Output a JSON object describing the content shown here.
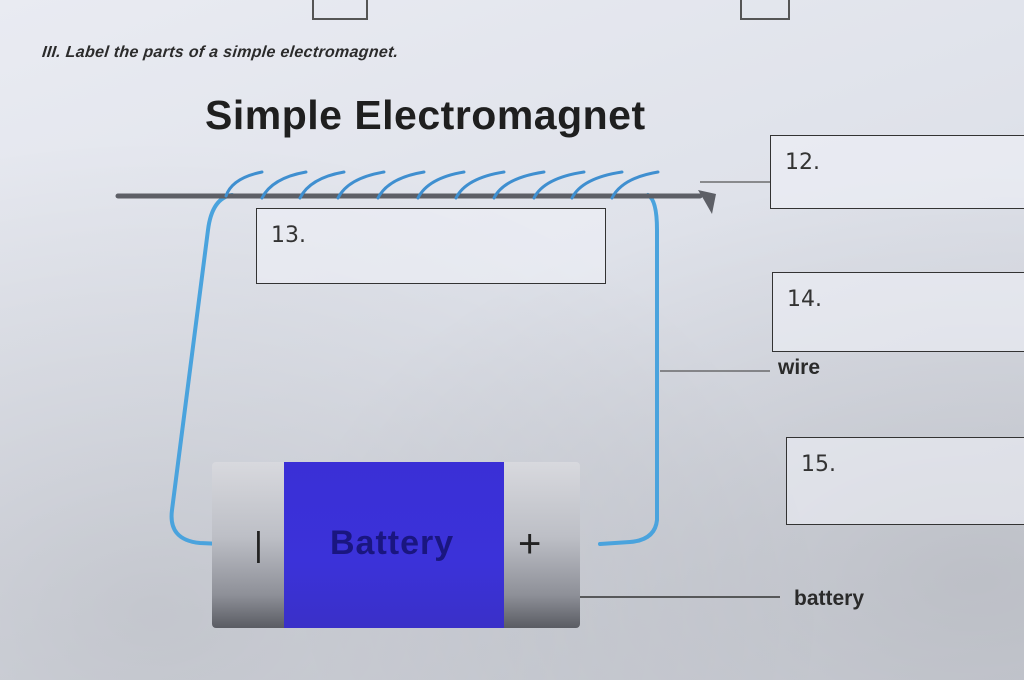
{
  "instruction": "III. Label the parts of a simple electromagnet.",
  "title": "Simple Electromagnet",
  "boxes": {
    "b12": "12.",
    "b13": "13.",
    "b14": "14.",
    "b15": "15."
  },
  "labels": {
    "wire": "wire",
    "battery": "battery"
  },
  "battery": {
    "text": "Battery",
    "minus": "|",
    "plus": "+"
  },
  "colors": {
    "wire": "#4aa3dd",
    "battery_blue": "#3a2fd6",
    "nail": "#5d5f66",
    "coil": "#3f8fd0"
  }
}
